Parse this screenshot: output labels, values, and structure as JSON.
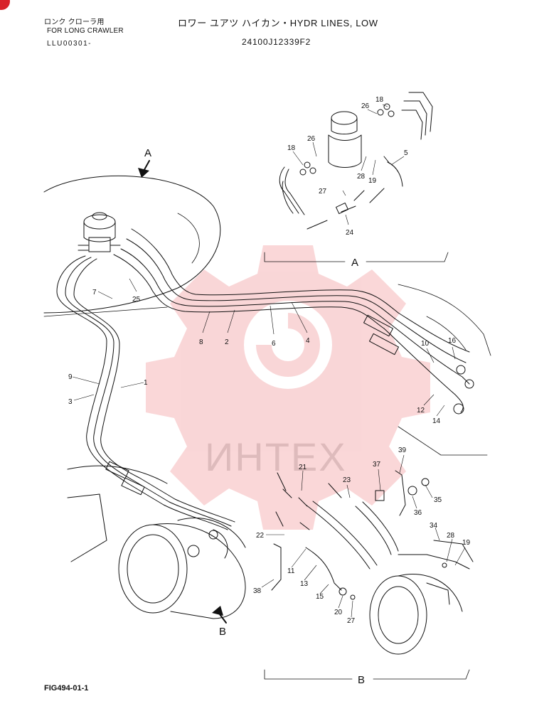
{
  "header": {
    "line1": "ロンク クローラ用",
    "line2": "FOR LONG CRAWLER",
    "line3": "LLU00301-",
    "title": "ロワー ユアツ ハイカン・HYDR LINES, LOW",
    "part_code": "24100J12339F2"
  },
  "watermark": {
    "text": "ИНТЕХ",
    "color": "#e8474c"
  },
  "views": {
    "a": "A",
    "b": "B"
  },
  "callouts": [
    "18",
    "26",
    "26",
    "18",
    "5",
    "28",
    "19",
    "27",
    "24",
    "7",
    "25",
    "8",
    "2",
    "6",
    "4",
    "10",
    "16",
    "12",
    "14",
    "9",
    "1",
    "3",
    "21",
    "23",
    "37",
    "39",
    "35",
    "36",
    "22",
    "11",
    "34",
    "28",
    "19",
    "38",
    "13",
    "15",
    "20",
    "27"
  ],
  "footer": {
    "fig": "FIG494-01-1"
  }
}
